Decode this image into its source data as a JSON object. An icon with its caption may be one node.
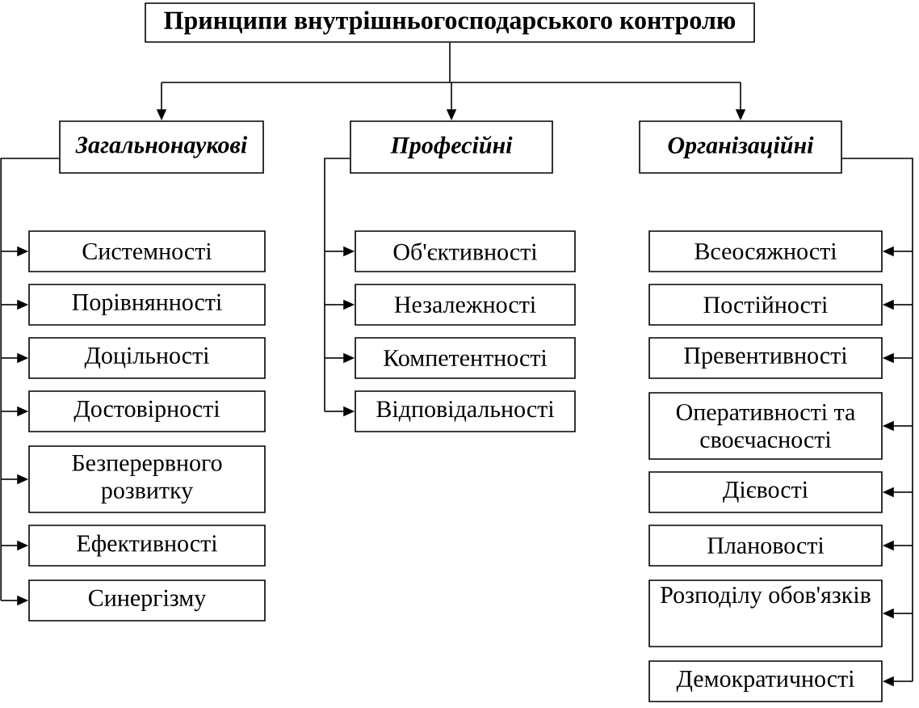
{
  "diagram": {
    "nodes": [
      {
        "text": [
          "Принципи внутрішньогосподарського контролю"
        ]
      },
      {
        "text": [
          "Загальнонаукові"
        ]
      },
      {
        "text": [
          "Професійні"
        ]
      },
      {
        "text": [
          "Організаційні"
        ]
      },
      {
        "text": [
          "Системності"
        ]
      },
      {
        "text": [
          "Порівнянності"
        ]
      },
      {
        "text": [
          "Доцільності"
        ]
      },
      {
        "text": [
          "Достовірності"
        ]
      },
      {
        "text": [
          "Безперервного розвитку"
        ]
      },
      {
        "text": [
          "Ефективності"
        ]
      },
      {
        "text": [
          "Синергізму"
        ]
      },
      {
        "text": [
          "Об'єктивності"
        ]
      },
      {
        "text": [
          "Незалежності"
        ]
      },
      {
        "text": [
          "Компетентності"
        ]
      },
      {
        "text": [
          "Відповідальності"
        ]
      },
      {
        "text": [
          "Всеосяжності"
        ]
      },
      {
        "text": [
          "Постійності"
        ]
      },
      {
        "text": [
          "Превентивності"
        ]
      },
      {
        "text": [
          "Оперативності та своєчасності"
        ]
      },
      {
        "text": [
          "Дієвості"
        ]
      },
      {
        "text": [
          "Плановості"
        ]
      },
      {
        "text": [
          "Розподілу обов'язків"
        ]
      },
      {
        "text": [
          "Демократичності"
        ]
      }
    ],
    "edges": [
      {
        "from": 0,
        "to": 1,
        "arrow": "to"
      },
      {
        "from": 0,
        "to": 2,
        "arrow": "to"
      },
      {
        "from": 0,
        "to": 3,
        "arrow": "to"
      },
      {
        "from": 1,
        "to": 4,
        "arrow": "to"
      },
      {
        "from": 1,
        "to": 5,
        "arrow": "to"
      },
      {
        "from": 1,
        "to": 6,
        "arrow": "to"
      },
      {
        "from": 1,
        "to": 7,
        "arrow": "to"
      },
      {
        "from": 1,
        "to": 8,
        "arrow": "to"
      },
      {
        "from": 1,
        "to": 9,
        "arrow": "to"
      },
      {
        "from": 1,
        "to": 10,
        "arrow": "to"
      },
      {
        "from": 2,
        "to": 11,
        "arrow": "to"
      },
      {
        "from": 2,
        "to": 12,
        "arrow": "to"
      },
      {
        "from": 2,
        "to": 13,
        "arrow": "to"
      },
      {
        "from": 2,
        "to": 14,
        "arrow": "to"
      },
      {
        "from": 3,
        "to": 15,
        "arrow": "to"
      },
      {
        "from": 3,
        "to": 16,
        "arrow": "to"
      },
      {
        "from": 3,
        "to": 17,
        "arrow": "to"
      },
      {
        "from": 3,
        "to": 18,
        "arrow": "to"
      },
      {
        "from": 3,
        "to": 19,
        "arrow": "to"
      },
      {
        "from": 3,
        "to": 20,
        "arrow": "to"
      },
      {
        "from": 3,
        "to": 21,
        "arrow": "to"
      },
      {
        "from": 3,
        "to": 22,
        "arrow": "to"
      }
    ]
  }
}
